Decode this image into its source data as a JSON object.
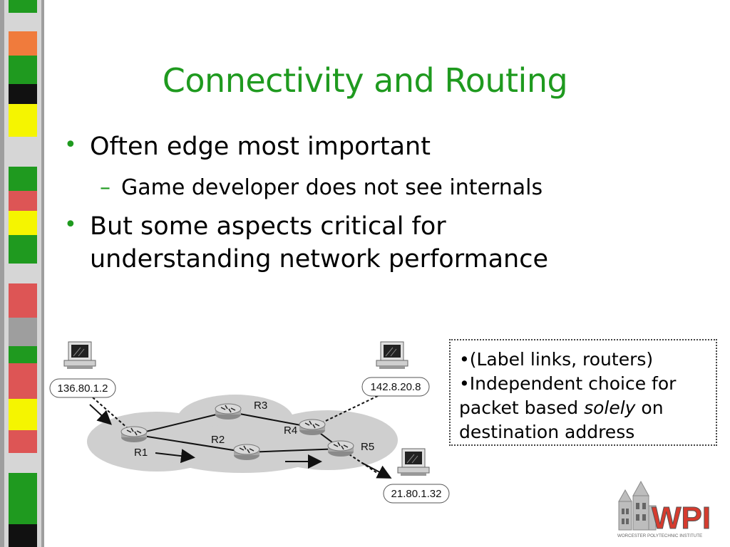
{
  "slide": {
    "title": "Connectivity and Routing",
    "bullets": [
      {
        "marker": "•",
        "text": "Often edge most important"
      },
      {
        "marker": "–",
        "text": "Game developer does not see internals"
      },
      {
        "marker": "•",
        "line1": "But some aspects critical for",
        "line2": "understanding network performance"
      }
    ]
  },
  "note_box": {
    "line1": "•(Label links, routers)",
    "line2": "•Independent choice for",
    "line3_start": "packet based ",
    "line3_emph": "solely",
    "line3_end": " on",
    "line4": "destination address"
  },
  "diagram": {
    "hosts": [
      {
        "label": "136.80.1.2"
      },
      {
        "label": "142.8.20.8"
      },
      {
        "label": "21.80.1.32"
      }
    ],
    "routers": [
      "R1",
      "R2",
      "R3",
      "R4",
      "R5"
    ]
  },
  "logo": {
    "text": "WPI",
    "subtitle": "WORCESTER POLYTECHNIC INSTITUTE"
  },
  "colors": {
    "accent_green": "#1f9a1f",
    "cloud_gray": "#cfcfcf",
    "logo_red": "#d63b2e"
  }
}
